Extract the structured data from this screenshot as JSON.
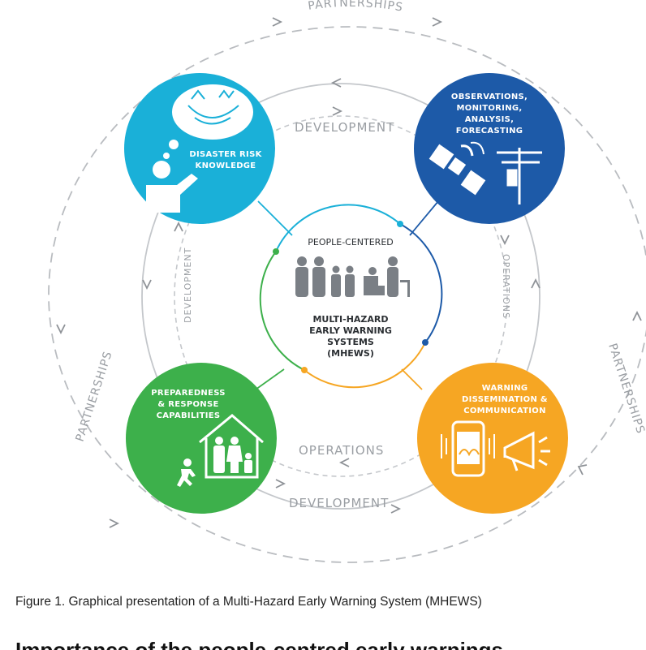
{
  "diagram": {
    "outer_ring": {
      "label_top": "PARTNERSHIPS",
      "label_left": "PARTNERSHIPS",
      "label_right": "PARTNERSHIPS"
    },
    "inner_ring": {
      "top_label": "DEVELOPMENT",
      "left_label": "DEVELOPMENT",
      "right_label": "OPERATIONS",
      "bottom_inner_label": "OPERATIONS",
      "bottom_outer_label": "DEVELOPMENT"
    },
    "center": {
      "top_label": "PEOPLE-CENTERED",
      "title_line1": "MULTI-HAZARD",
      "title_line2": "EARLY WARNING",
      "title_line3": "SYSTEMS",
      "title_line4": "(MHEWS)"
    },
    "nodes": {
      "risk_knowledge": {
        "line1": "DISASTER RISK",
        "line2": "KNOWLEDGE",
        "color": "#1ab0d8",
        "icon": "thinking-person-icon"
      },
      "observations": {
        "line1": "OBSERVATIONS,",
        "line2": "MONITORING,",
        "line3": "ANALYSIS,",
        "line4": "FORECASTING",
        "color": "#1d5aa8",
        "icon": "satellite-icon"
      },
      "preparedness": {
        "line1": "PREPAREDNESS",
        "line2": "& RESPONSE",
        "line3": "CAPABILITIES",
        "color": "#3db04b",
        "icon": "family-house-icon"
      },
      "warning": {
        "line1": "WARNING",
        "line2": "DISSEMINATION &",
        "line3": "COMMUNICATION",
        "color": "#f6a623",
        "icon": "megaphone-icon"
      }
    }
  },
  "caption": "Figure 1. Graphical presentation of a Multi-Hazard Early Warning System (MHEWS)",
  "next_heading": "Importance of the people-centred early warnings"
}
